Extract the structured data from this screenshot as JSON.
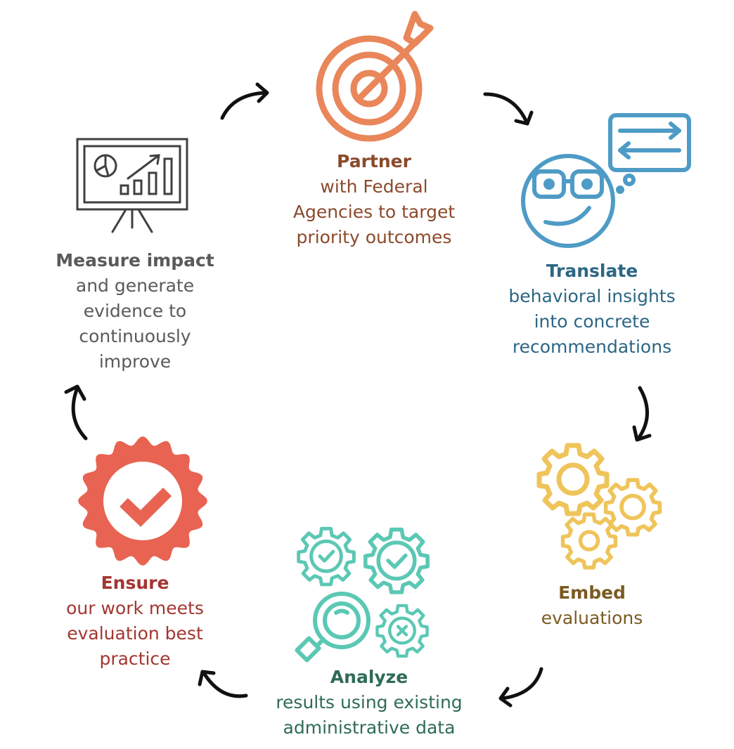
{
  "diagram": {
    "type": "cycle",
    "steps": [
      {
        "id": "partner",
        "title": "Partner",
        "lines": [
          "with Federal",
          "Agencies to target",
          "priority outcomes"
        ],
        "icon": "target-icon",
        "icon_color": "#E9865A",
        "text_color": "#8B4A2B"
      },
      {
        "id": "translate",
        "title": "Translate",
        "lines": [
          "behavioral insights",
          "into concrete",
          "recommendations"
        ],
        "icon": "smiley-glasses-thought-icon",
        "icon_color": "#4E9BC6",
        "text_color": "#2C6684"
      },
      {
        "id": "embed",
        "title": "Embed",
        "lines": [
          "evaluations"
        ],
        "icon": "gears-icon",
        "icon_color": "#EFC45A",
        "text_color": "#7A5A22"
      },
      {
        "id": "analyze",
        "title": "Analyze",
        "lines": [
          "results using existing",
          "administrative data"
        ],
        "icon": "magnifier-gears-icon",
        "icon_color": "#5BC8B4",
        "text_color": "#2E6B58"
      },
      {
        "id": "ensure",
        "title": "Ensure",
        "lines": [
          "our work meets",
          "evaluation best",
          "practice"
        ],
        "icon": "badge-check-icon",
        "icon_color": "#E86352",
        "text_color": "#A33631"
      },
      {
        "id": "measure",
        "title": "Measure impact",
        "lines": [
          "and generate",
          "evidence to",
          "continuously",
          "improve"
        ],
        "icon": "presentation-chart-icon",
        "icon_color": "#3F3F3F",
        "text_color": "#5A5A5A"
      }
    ],
    "arrow_color": "#111111"
  }
}
